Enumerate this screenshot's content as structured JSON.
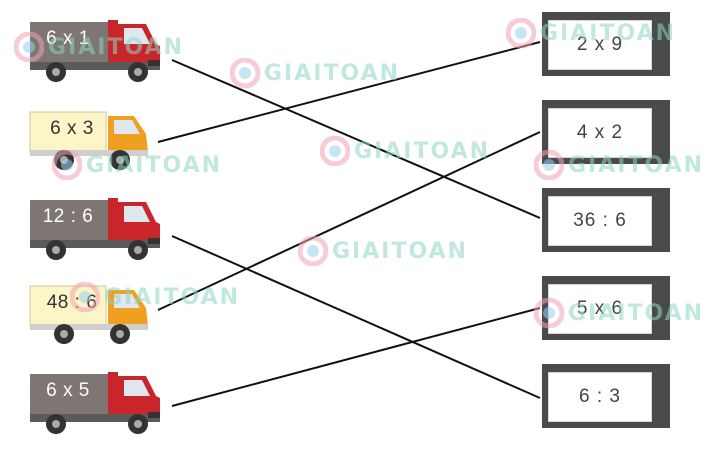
{
  "watermark": {
    "text": "GIAITOAN",
    "icon": "giaitoan-logo-icon"
  },
  "trucks": [
    {
      "label": "6 x 1",
      "color": "red"
    },
    {
      "label": "6 x 3",
      "color": "yellow"
    },
    {
      "label": "12 : 6",
      "color": "red"
    },
    {
      "label": "48 : 6",
      "color": "yellow"
    },
    {
      "label": "6 x 5",
      "color": "red"
    }
  ],
  "cards": [
    {
      "label": "2 x 9"
    },
    {
      "label": "4 x 2"
    },
    {
      "label": "36 : 6"
    },
    {
      "label": "5 x 6"
    },
    {
      "label": "6 : 3"
    }
  ],
  "connections": [
    {
      "truck": 0,
      "card": 2
    },
    {
      "truck": 1,
      "card": 0
    },
    {
      "truck": 2,
      "card": 4
    },
    {
      "truck": 3,
      "card": 1
    },
    {
      "truck": 4,
      "card": 3
    }
  ],
  "colors": {
    "truck_red": "#c8262a",
    "truck_yellow": "#f0a020",
    "cargo_red_truck": "#7d7672",
    "cargo_yellow_truck": "#fbf5c8",
    "card_frame": "#4a4a4a",
    "line": "#111111"
  }
}
